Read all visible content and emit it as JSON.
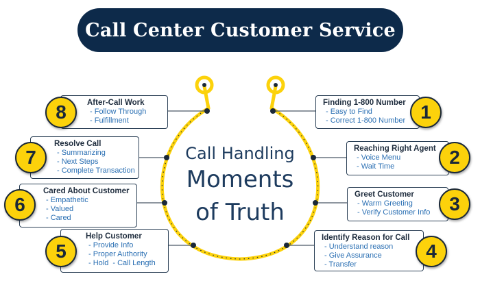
{
  "title": "Call Center Customer Service",
  "center": {
    "line1": "Call Handling",
    "line2": "Moments",
    "line3": "of Truth"
  },
  "colors": {
    "navy": "#0d2a4a",
    "yellow": "#fcd20b",
    "item_blue": "#2a6fb3",
    "text_dark": "#1e2c3d"
  },
  "right_steps": [
    {
      "number": "1",
      "title": "Finding 1-800 Number",
      "items": [
        "- Easy to Find",
        "- Correct 1-800 Number"
      ]
    },
    {
      "number": "2",
      "title": "Reaching Right Agent",
      "items": [
        "- Voice Menu",
        "- Wait Time"
      ]
    },
    {
      "number": "3",
      "title": "Greet Customer",
      "items": [
        "- Warm Greeting",
        "- Verify Customer Info"
      ]
    },
    {
      "number": "4",
      "title": "Identify Reason for Call",
      "items": [
        "- Understand reason",
        "- Give Assurance",
        "- Transfer"
      ]
    }
  ],
  "left_steps": [
    {
      "number": "8",
      "title": "After-Call Work",
      "items": [
        "- Follow Through",
        "- Fulfillment"
      ]
    },
    {
      "number": "7",
      "title": "Resolve Call",
      "items": [
        "- Summarizing",
        "- Next Steps",
        "- Complete Transaction"
      ]
    },
    {
      "number": "6",
      "title": "Cared About Customer",
      "items": [
        "- Empathetic",
        "- Valued",
        "- Cared"
      ]
    },
    {
      "number": "5",
      "title": "Help Customer",
      "items": [
        "- Provide Info",
        "- Proper Authority"
      ],
      "hold_items": [
        "- Hold",
        "- Call Length"
      ]
    }
  ]
}
